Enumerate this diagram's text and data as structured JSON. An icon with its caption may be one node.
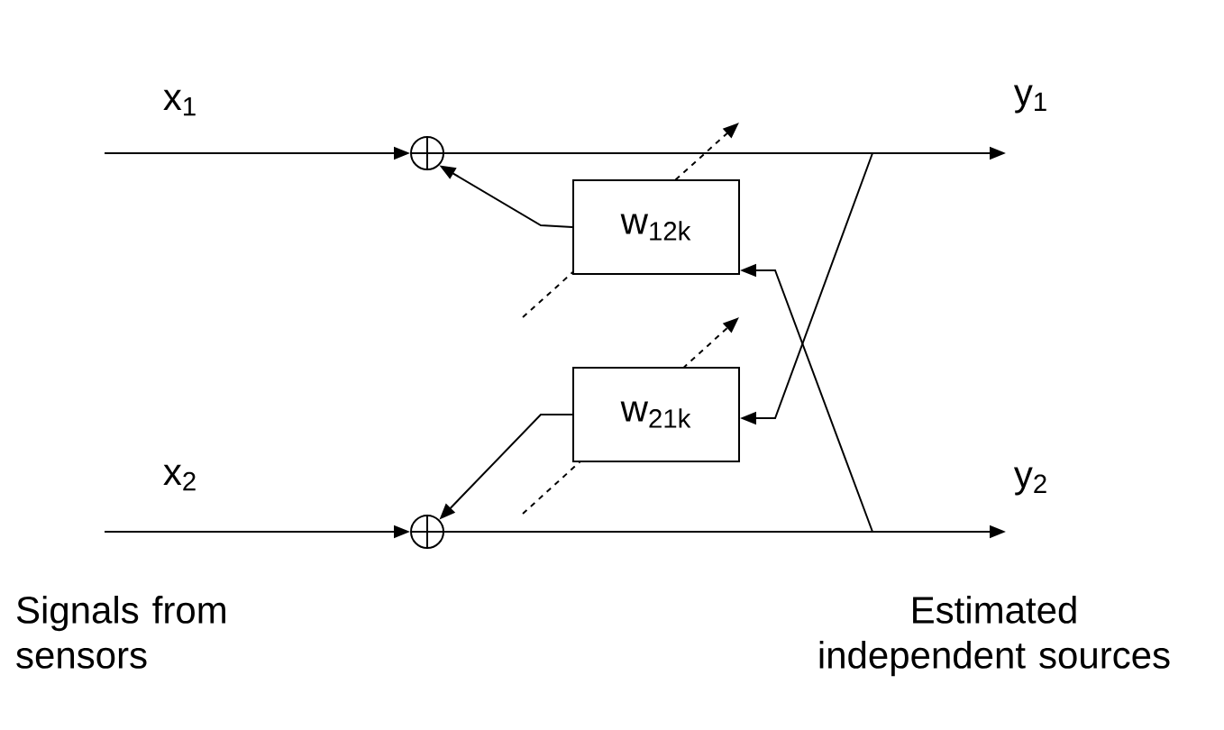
{
  "diagram": {
    "nodes": [
      {
        "text": [],
        "shape": "circle"
      },
      {
        "text": [],
        "shape": "circle"
      },
      {
        "text": [
          "w$_{12k}$"
        ]
      },
      {
        "text": [
          "w$_{21k}$"
        ]
      }
    ],
    "edges": [
      {
        "from": null,
        "to": 0,
        "arrow": "to"
      },
      {
        "from": 0,
        "to": null,
        "arrow": "to"
      },
      {
        "from": null,
        "to": 1,
        "arrow": "to"
      },
      {
        "from": 1,
        "to": null,
        "arrow": "to"
      },
      {
        "from": 2,
        "to": 0,
        "arrow": "to"
      },
      {
        "from": 3,
        "to": 1,
        "arrow": "to"
      },
      {
        "from": null,
        "to": 2,
        "arrow": "to"
      },
      {
        "from": null,
        "to": 3,
        "arrow": "to"
      }
    ],
    "labels": [
      "x$_{1}$",
      "y$_{1}$",
      "x$_{2}$",
      "y$_{2}$",
      "Signals from sensors",
      "Estimated independent sources"
    ]
  }
}
